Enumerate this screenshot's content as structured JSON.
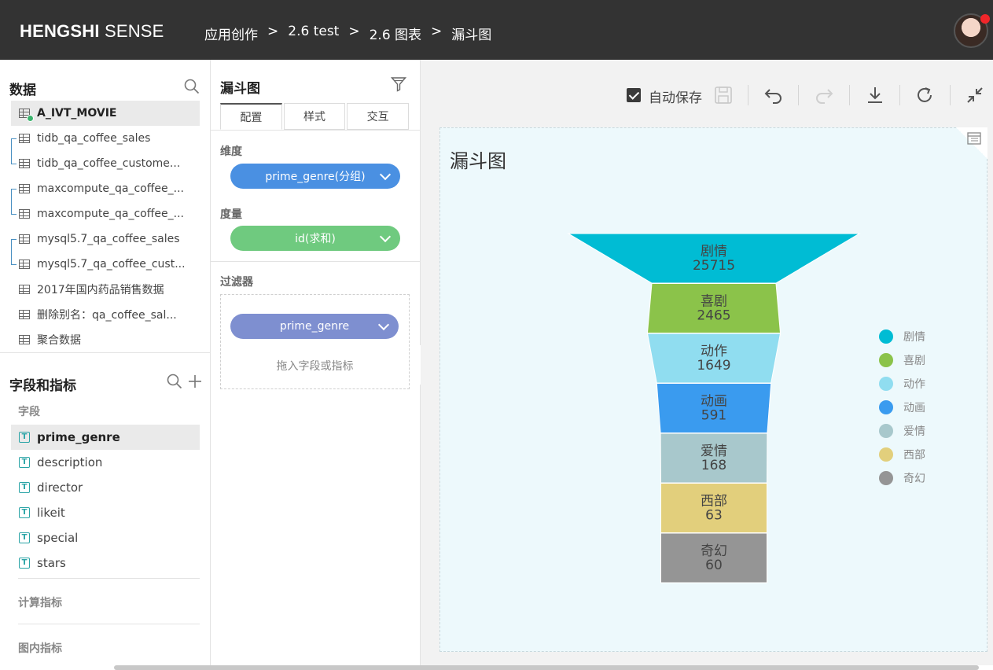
{
  "header": {
    "brand_bold": "HENGSHI",
    "brand_light": "SENSE",
    "breadcrumbs": [
      "应用创作",
      "2.6 test",
      "2.6 图表",
      "漏斗图"
    ],
    "separator": ">"
  },
  "left": {
    "data_title": "数据",
    "datasets": [
      "A_IVT_MOVIE",
      "tidb_qa_coffee_sales",
      "tidb_qa_coffee_custome...",
      "maxcompute_qa_coffee_...",
      "maxcompute_qa_coffee_...",
      "mysql5.7_qa_coffee_sales",
      "mysql5.7_qa_coffee_cust...",
      "2017年国内药品销售数据",
      "删除别名：qa_coffee_sal...",
      "聚合数据"
    ],
    "fields_title": "字段和指标",
    "fields_sub": "字段",
    "fields": [
      "prime_genre",
      "description",
      "director",
      "likeit",
      "special",
      "stars"
    ],
    "calc_title": "计算指标",
    "chart_metrics_title": "图内指标"
  },
  "middle": {
    "title": "漏斗图",
    "tabs": [
      "配置",
      "样式",
      "交互"
    ],
    "dimension_label": "维度",
    "dimension_value": "prime_genre(分组)",
    "measure_label": "度量",
    "measure_value": "id(求和)",
    "filter_label": "过滤器",
    "filter_value": "prime_genre",
    "drop_hint": "拖入字段或指标"
  },
  "toolbar": {
    "autosave_label": "自动保存"
  },
  "colors": {
    "dimension_pill": "#4a90e2",
    "measure_pill": "#6fca7f",
    "filter_pill": "#7e8fd0"
  },
  "chart_data": {
    "type": "funnel",
    "title": "漏斗图",
    "categories": [
      "剧情",
      "喜剧",
      "动作",
      "动画",
      "爱情",
      "西部",
      "奇幻"
    ],
    "values": [
      25715,
      2465,
      1649,
      591,
      168,
      63,
      60
    ],
    "colors": [
      "#00bcd4",
      "#8bc34a",
      "#90ddf0",
      "#3a9bef",
      "#a8c8cc",
      "#e2cf7c",
      "#959595"
    ],
    "legend": [
      "剧情",
      "喜剧",
      "动作",
      "动画",
      "爱情",
      "西部",
      "奇幻"
    ],
    "legend_position": "right"
  }
}
